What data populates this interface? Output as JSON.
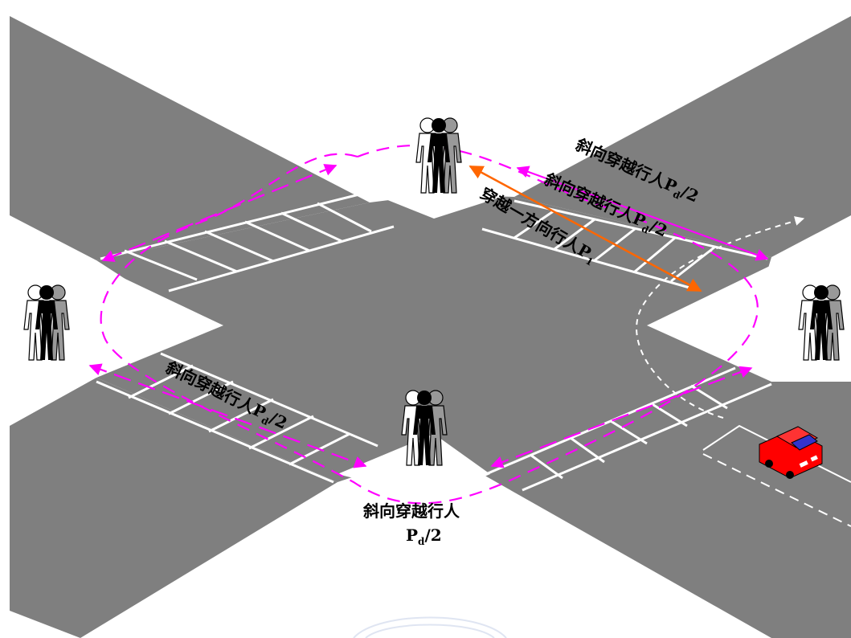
{
  "labels": {
    "top_outer": {
      "text": "斜向穿越行人P",
      "sub": "d",
      "tail": "/2"
    },
    "top_inner": {
      "text": "斜向穿越行人P",
      "sub": "d",
      "tail": "/2"
    },
    "one_way": {
      "text": "穿越一方向行人P",
      "sub": "1",
      "tail": ""
    },
    "bottom_left": {
      "text": "斜向穿越行人P",
      "sub": "d",
      "tail": "/2"
    },
    "bottom_center_line1": "斜向穿越行人",
    "bottom_center_line2": {
      "text": "P",
      "sub": "d",
      "tail": "/2"
    }
  },
  "colors": {
    "road": "#7f7f7f",
    "sidewalk": "#ffffff",
    "diagonal_path": "#ff00ff",
    "one_way_path": "#ff6600",
    "car_body": "#ff0000",
    "car_window": "#3333cc"
  },
  "icons": {
    "pedestrian_group": "pedestrian-group-icon",
    "car": "car-icon",
    "watermark": "university-seal-watermark"
  }
}
